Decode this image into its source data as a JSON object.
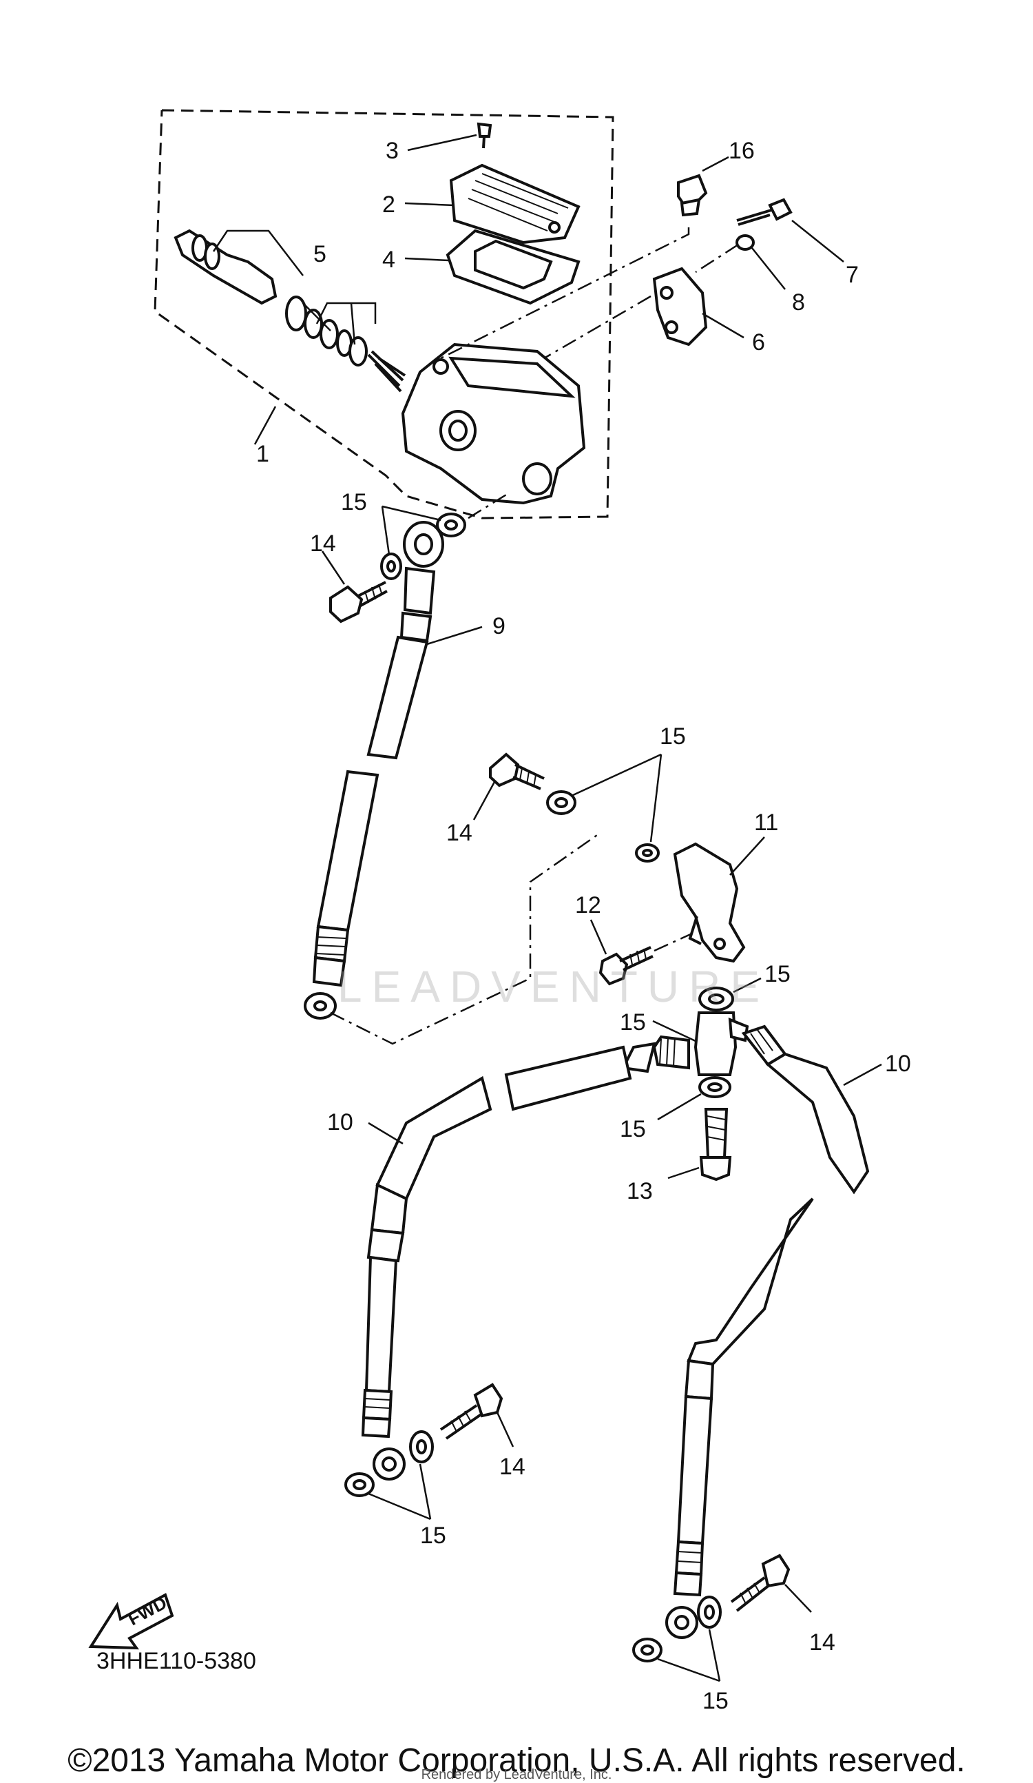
{
  "diagram_code": "3HHE110-5380",
  "copyright": "©2013 Yamaha Motor Corporation, U.S.A. All rights reserved.",
  "rendered_by": "Rendered by LeadVenture, Inc.",
  "watermark": "LEADVENTURE",
  "fwd_label": "FWD",
  "callouts": {
    "c1": "1",
    "c2": "2",
    "c3": "3",
    "c4": "4",
    "c5": "5",
    "c6": "6",
    "c7": "7",
    "c8": "8",
    "c9": "9",
    "c10a": "10",
    "c10b": "10",
    "c11": "11",
    "c12": "12",
    "c13": "13",
    "c14a": "14",
    "c14b": "14",
    "c14c": "14",
    "c14d": "14",
    "c15a": "15",
    "c15b": "15",
    "c15c": "15",
    "c15d": "15",
    "c15e": "15",
    "c15f": "15",
    "c15g": "15",
    "c16": "16"
  },
  "colors": {
    "ink": "#111111",
    "background": "#ffffff"
  }
}
